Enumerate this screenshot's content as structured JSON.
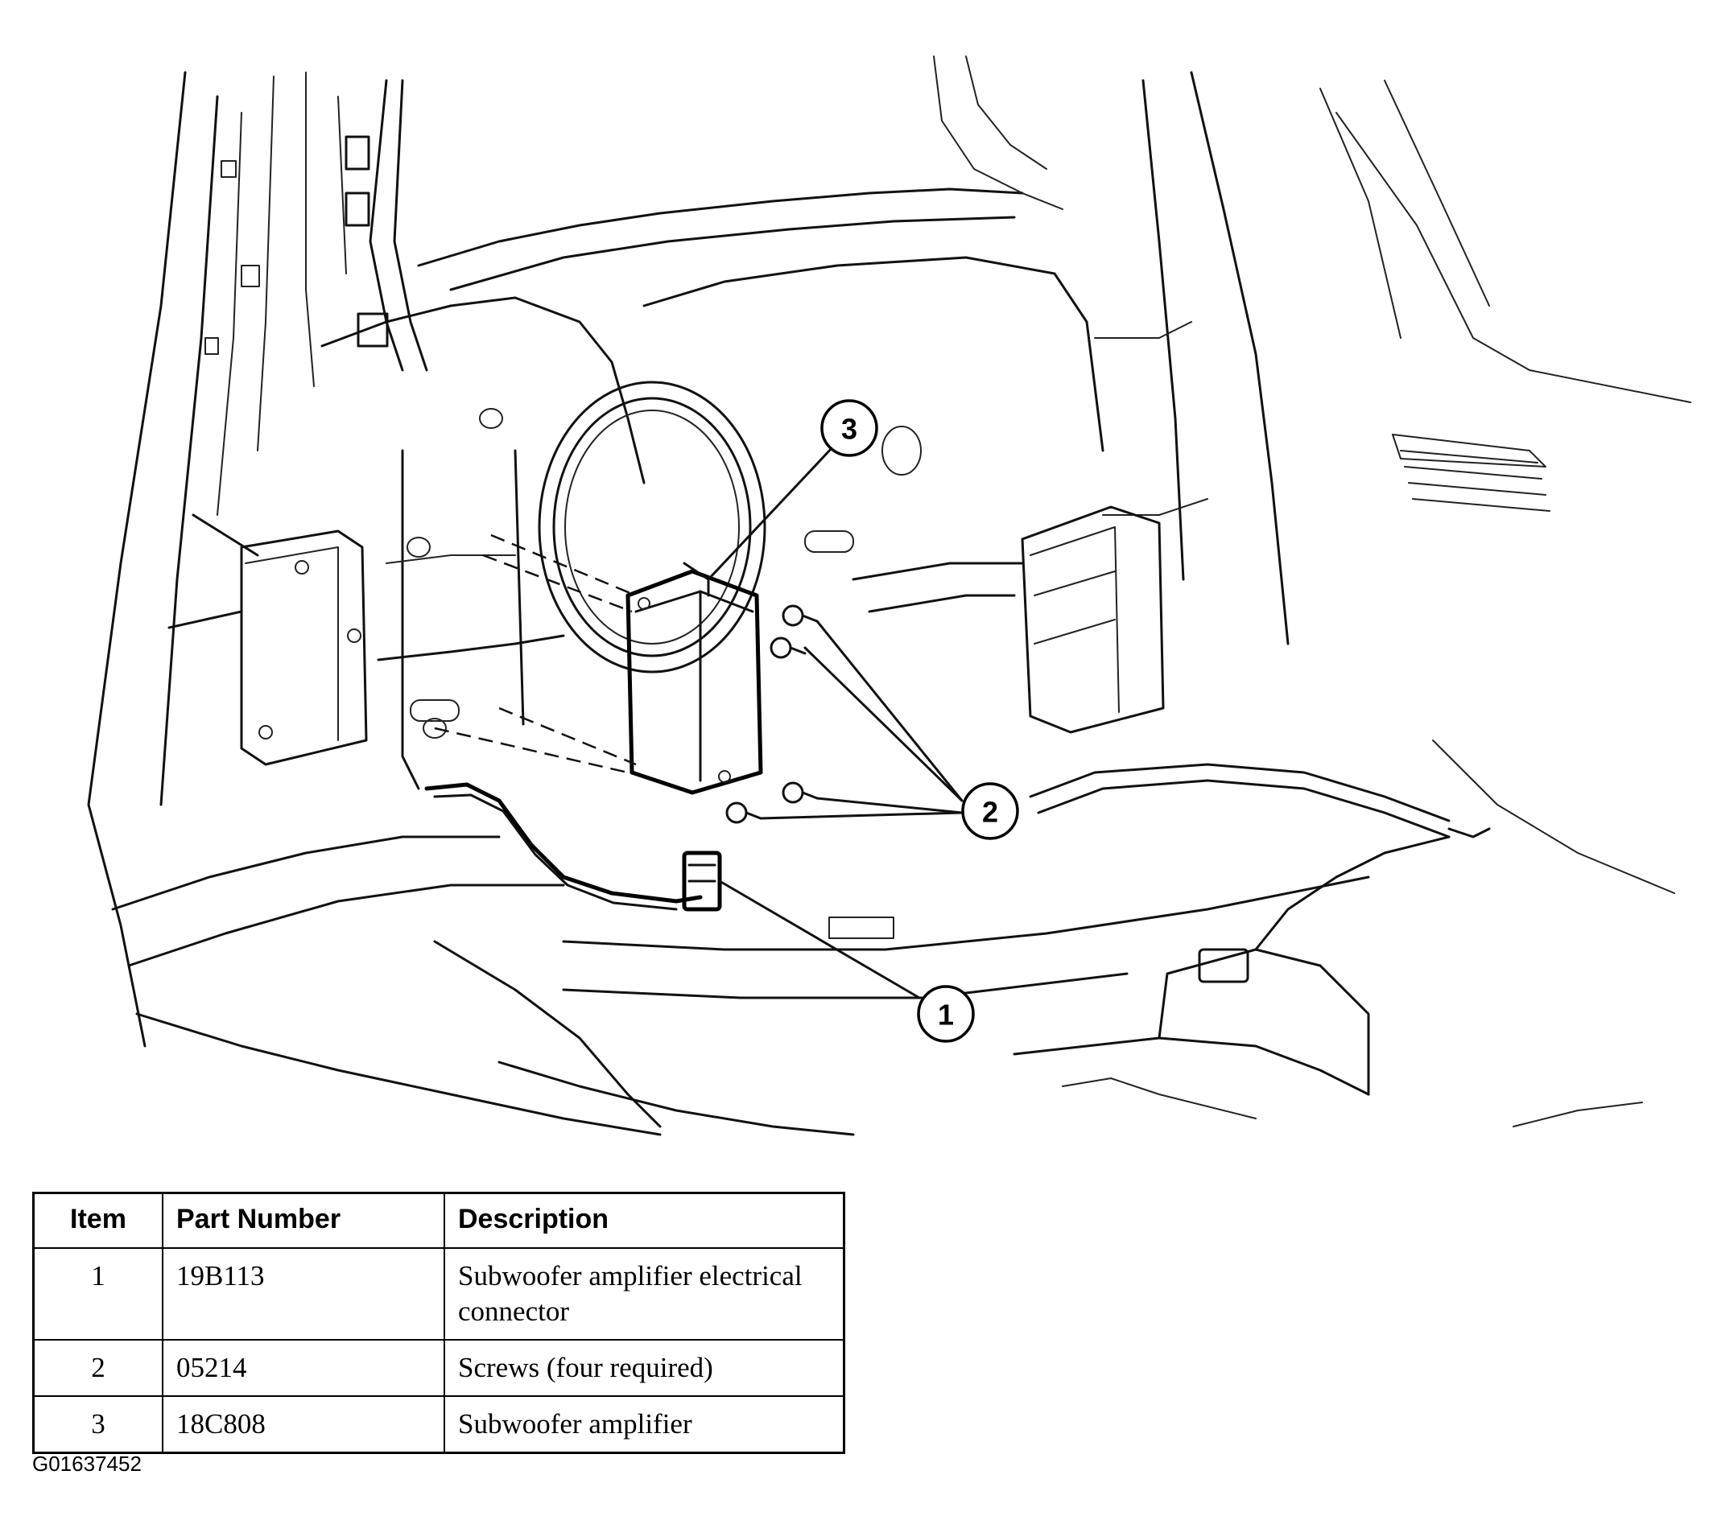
{
  "callouts": [
    "1",
    "2",
    "3"
  ],
  "table": {
    "headers": [
      "Item",
      "Part Number",
      "Description"
    ],
    "rows": [
      {
        "item": "1",
        "part_number": "19B113",
        "description": "Subwoofer amplifier electrical connector"
      },
      {
        "item": "2",
        "part_number": "05214",
        "description": "Screws (four required)"
      },
      {
        "item": "3",
        "part_number": "18C808",
        "description": "Subwoofer amplifier"
      }
    ]
  },
  "figure_code": "G01637452"
}
